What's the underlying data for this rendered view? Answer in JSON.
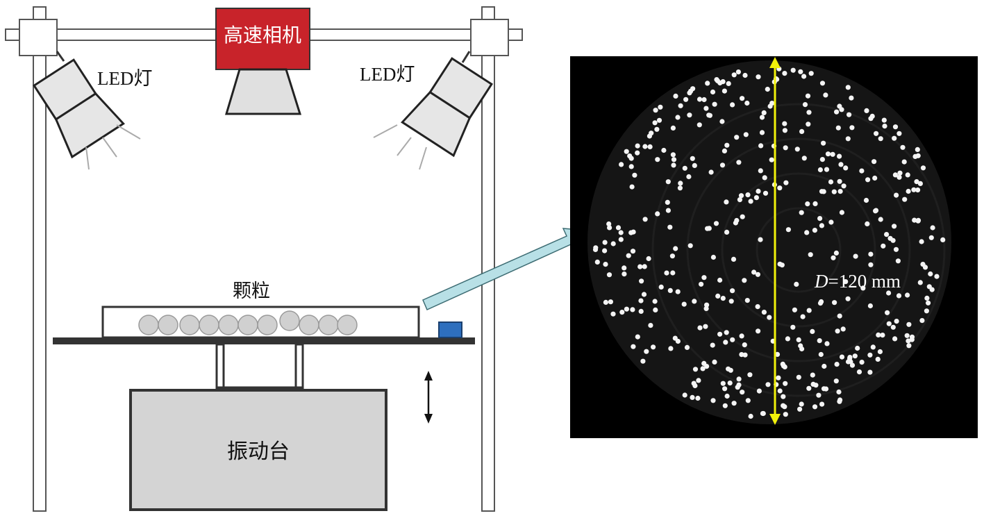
{
  "labels": {
    "camera": "高速相机",
    "led_left": "LED灯",
    "led_right": "LED灯",
    "particles": "颗粒",
    "vibration_table": "振动台",
    "diameter_symbol": "D",
    "diameter_value": "=120 mm"
  },
  "colors": {
    "camera_body": "#c8232a",
    "light_fill": "#e6e6e6",
    "table_fill": "#d4d4d4",
    "blue_sensor": "#2e6fbe",
    "pointer_arrow": "#b8e0e6",
    "diameter_line": "#f2f20a",
    "photo_bg": "#000000"
  },
  "icons": {
    "double_arrow": "vertical-double-arrow-icon",
    "pointer": "callout-arrow-icon"
  }
}
